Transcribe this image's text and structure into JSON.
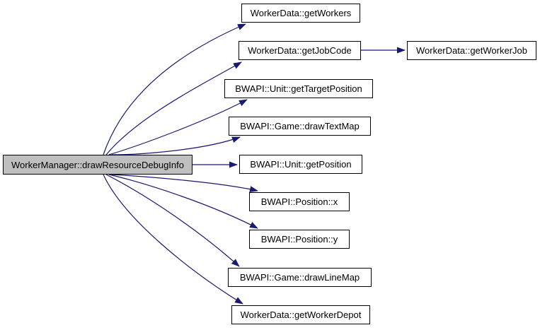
{
  "diagram": {
    "type": "call-graph",
    "edge_color": "#191970",
    "node_fill": "#ffffff",
    "node_border": "#000000",
    "root_node": {
      "label": "WorkerManager::drawResourceDebugInfo",
      "fill": "#bfbfbf",
      "border": "#000000"
    },
    "nodes": [
      {
        "label": "WorkerData::getWorkers"
      },
      {
        "label": "WorkerData::getJobCode"
      },
      {
        "label": "WorkerData::getWorkerJob"
      },
      {
        "label": "BWAPI::Unit::getTargetPosition"
      },
      {
        "label": "BWAPI::Game::drawTextMap"
      },
      {
        "label": "BWAPI::Unit::getPosition"
      },
      {
        "label": "BWAPI::Position::x"
      },
      {
        "label": "BWAPI::Position::y"
      },
      {
        "label": "BWAPI::Game::drawLineMap"
      },
      {
        "label": "WorkerData::getWorkerDepot"
      }
    ],
    "edges": [
      {
        "from": "WorkerManager::drawResourceDebugInfo",
        "to": "WorkerData::getWorkers"
      },
      {
        "from": "WorkerManager::drawResourceDebugInfo",
        "to": "WorkerData::getJobCode"
      },
      {
        "from": "WorkerData::getJobCode",
        "to": "WorkerData::getWorkerJob"
      },
      {
        "from": "WorkerManager::drawResourceDebugInfo",
        "to": "BWAPI::Unit::getTargetPosition"
      },
      {
        "from": "WorkerManager::drawResourceDebugInfo",
        "to": "BWAPI::Game::drawTextMap"
      },
      {
        "from": "WorkerManager::drawResourceDebugInfo",
        "to": "BWAPI::Unit::getPosition"
      },
      {
        "from": "WorkerManager::drawResourceDebugInfo",
        "to": "BWAPI::Position::x"
      },
      {
        "from": "WorkerManager::drawResourceDebugInfo",
        "to": "BWAPI::Position::y"
      },
      {
        "from": "WorkerManager::drawResourceDebugInfo",
        "to": "BWAPI::Game::drawLineMap"
      },
      {
        "from": "WorkerManager::drawResourceDebugInfo",
        "to": "WorkerData::getWorkerDepot"
      }
    ]
  }
}
